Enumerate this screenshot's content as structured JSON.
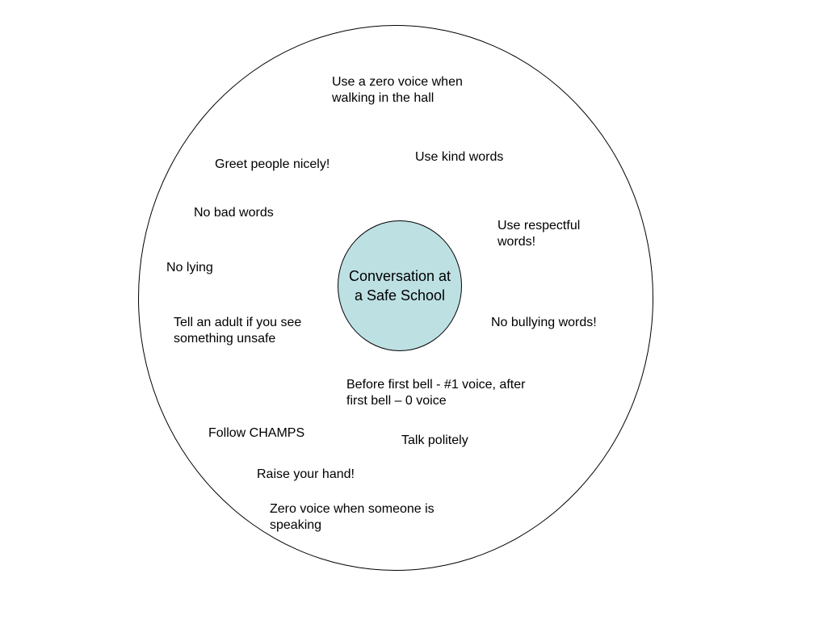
{
  "diagram": {
    "center": {
      "label": "Conversation at a Safe School",
      "fill": "#bde0e3"
    },
    "outline_color": "#000000",
    "notes": [
      "Use a zero voice when walking in the hall",
      "Use kind words",
      "Greet people nicely!",
      "No bad words",
      "Use respectful words!",
      "No lying",
      "Tell an adult if you see something unsafe",
      "No bullying words!",
      "Before first bell - #1 voice, after first bell – 0 voice",
      "Follow CHAMPS",
      "Talk politely",
      "Raise your hand!",
      "Zero voice when someone is speaking"
    ]
  }
}
